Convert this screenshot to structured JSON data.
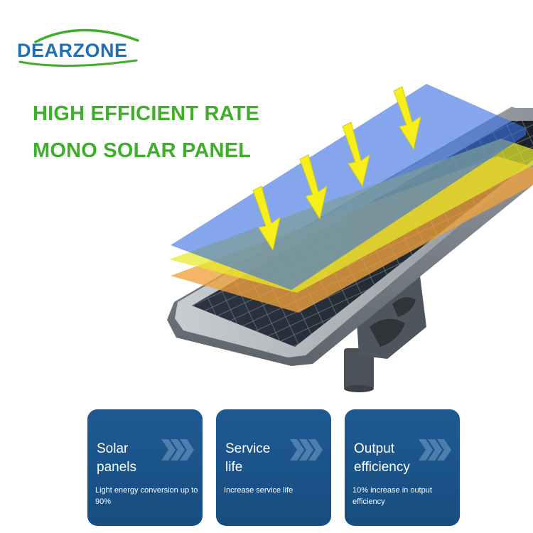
{
  "brand": {
    "name": "DEARZONE",
    "color": "#1f6fb4"
  },
  "headline": {
    "line1": "HIGH EFFICIENT RATE",
    "line2": "MONO SOLAR PANEL",
    "color": "#3fae2a"
  },
  "layers": {
    "blue": "#3a6fe0",
    "yellow": "#e6ea2a",
    "orange": "#f0a13c",
    "arrow": "#f6ef1a"
  },
  "features": [
    {
      "title_line1": "Solar",
      "title_line2": "panels",
      "description": "Light energy conversion up to 90%",
      "icon": "chevrons-right-icon"
    },
    {
      "title_line1": "Service",
      "title_line2": "life",
      "description": "Increase service life",
      "icon": "chevrons-right-icon"
    },
    {
      "title_line1": "Output",
      "title_line2": "efficiency",
      "description": "10% increase in output efficiency",
      "icon": "chevrons-right-icon"
    }
  ],
  "card_color": "#1a5288"
}
